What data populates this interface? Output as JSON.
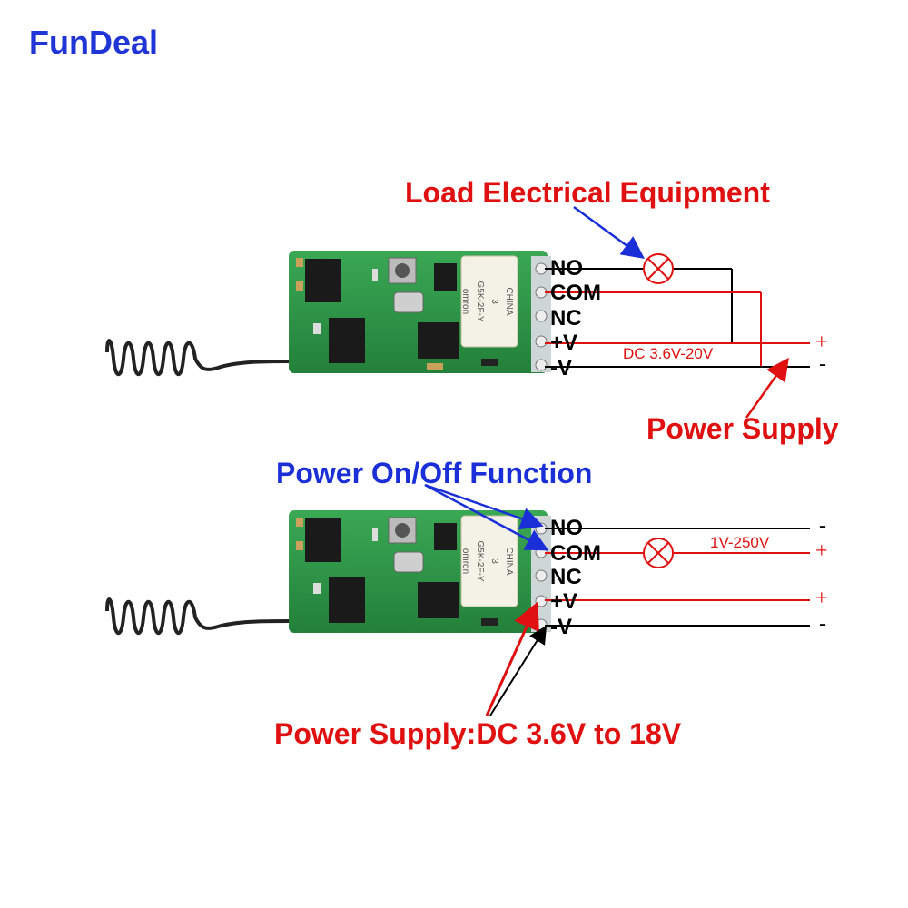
{
  "brand": "FunDeal",
  "diagram1": {
    "load_label": "Load Electrical Equipment",
    "power_label": "Power Supply",
    "voltage": "DC 3.6V-20V",
    "pins": [
      "NO",
      "COM",
      "NC",
      "+V",
      "-V"
    ],
    "plus": "+",
    "minus": "-",
    "relay_text": [
      "omron",
      "G5K-2F-Y",
      "3",
      "CHINA"
    ]
  },
  "diagram2": {
    "function_label": "Power On/Off Function",
    "power_label": "Power Supply:DC 3.6V to 18V",
    "voltage": "1V-250V",
    "pins": [
      "NO",
      "COM",
      "NC",
      "+V",
      "-V"
    ],
    "plus": "+",
    "minus": "-",
    "relay_text": [
      "omron",
      "G5K-2F-Y",
      "3",
      "CHINA"
    ]
  },
  "colors": {
    "brand": "#1f35d6",
    "red": "#e01010",
    "blue": "#1a2fd8",
    "board": "#2f9a48"
  }
}
